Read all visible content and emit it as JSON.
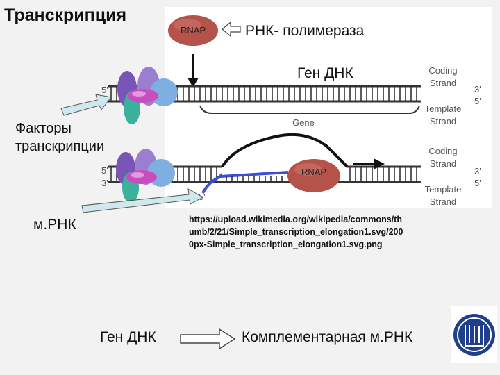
{
  "slide": {
    "title": "Транскрипция",
    "rnap_caption": "РНК- полимераза",
    "gene_dna_caption": "Ген ДНК",
    "factors_caption_line1": "Факторы",
    "factors_caption_line2": "транскрипции",
    "mrna_caption": "м.РНК",
    "source_url_line1": "https://upload.wikimedia.org/wikipedia/commons/th",
    "source_url_line2": "umb/2/21/Simple_transcription_elongation1.svg/200",
    "source_url_line3": "0px-Simple_transcription_elongation1.svg.png",
    "legend_gene": "Ген ДНК",
    "legend_mrna": "Комплементарная м.РНК"
  },
  "diagram": {
    "rnap_label": "RNAP",
    "coding_strand_line1": "Coding",
    "coding_strand_line2": "Strand",
    "template_strand_line1": "Template",
    "template_strand_line2": "Strand",
    "gene_label": "Gene",
    "five_prime": "5'",
    "three_prime": "3'"
  },
  "colors": {
    "rnap_fill": "#b5524a",
    "mrna_strand": "#3b4fd6",
    "callout_arrow": "#cfe8ee",
    "logo_blue": "#1f3f8c"
  }
}
